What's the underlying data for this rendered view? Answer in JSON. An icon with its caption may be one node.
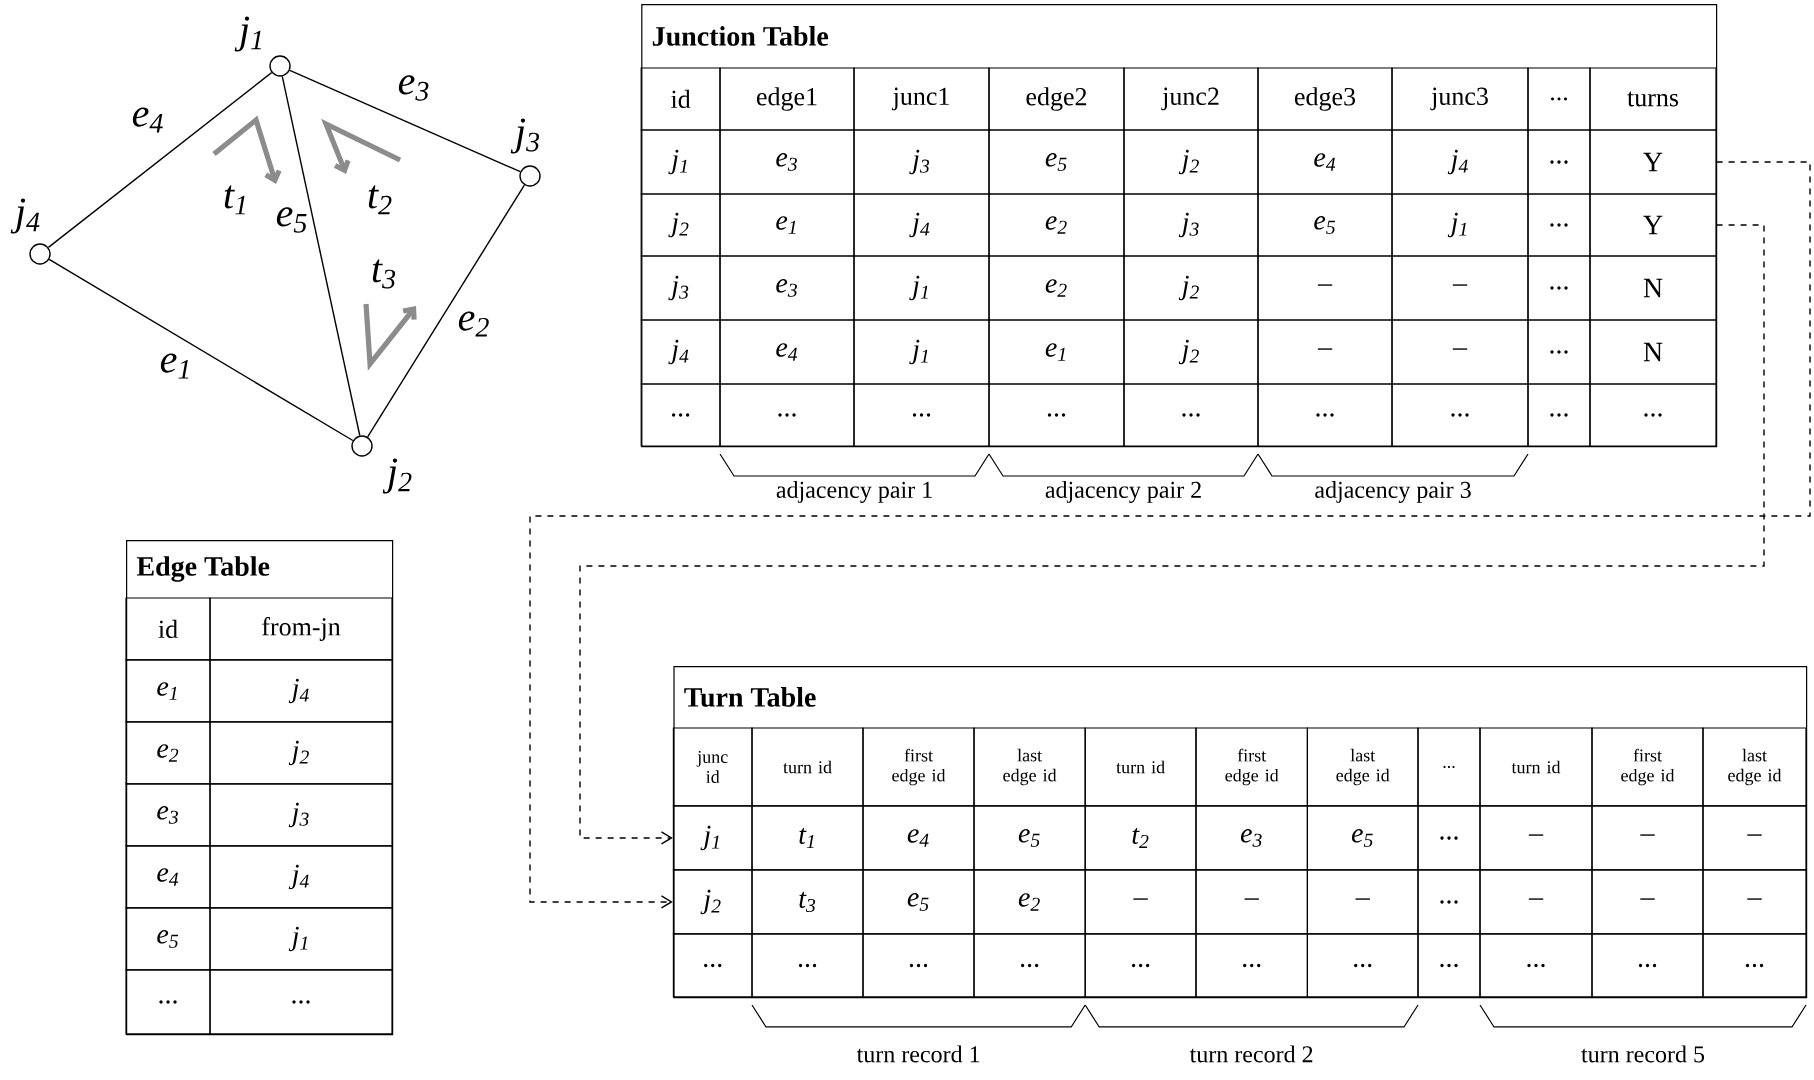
{
  "diagram": {
    "nodes": [
      {
        "text": [],
        "shape": "circle",
        "beside": [
          "j$_{1}$"
        ]
      },
      {
        "text": [],
        "shape": "circle",
        "beside": [
          "j$_{3}$"
        ]
      },
      {
        "text": [],
        "shape": "circle",
        "beside": [
          "j$_{4}$"
        ]
      },
      {
        "text": [],
        "shape": "circle",
        "beside": [
          "j$_{2}$"
        ]
      },
      {
        "text": [
          "Junction Table"
        ]
      },
      {
        "text": [
          "Y"
        ],
        "in": 4
      },
      {
        "text": [
          "Y"
        ],
        "in": 4
      },
      {
        "text": [
          "Edge Table"
        ]
      },
      {
        "text": [
          "Turn Table"
        ]
      },
      {
        "text": [
          "j$_{1}$"
        ],
        "in": 8
      },
      {
        "text": [
          "j$_{2}$"
        ],
        "in": 8
      }
    ],
    "edges": [
      {
        "from": 2,
        "to": 3,
        "arrow": "none",
        "label": "e$_{1}$"
      },
      {
        "from": 3,
        "to": 1,
        "arrow": "none",
        "label": "e$_{2}$"
      },
      {
        "from": 0,
        "to": 1,
        "arrow": "none",
        "label": "e$_{3}$"
      },
      {
        "from": 0,
        "to": 2,
        "arrow": "none",
        "label": "e$_{4}$"
      },
      {
        "from": 0,
        "to": 3,
        "arrow": "none",
        "label": "e$_{5}$"
      },
      {
        "from": 5,
        "to": 10,
        "arrow": "to",
        "style": "dashed"
      },
      {
        "from": 6,
        "to": 9,
        "arrow": "to",
        "style": "dashed"
      }
    ],
    "labels": [
      "t$_{1}$",
      "t$_{2}$",
      "t$_{3}$",
      "id",
      "edge1",
      "junc1",
      "edge2",
      "junc2",
      "edge3",
      "junc3",
      "...",
      "turns",
      "j$_{1}$",
      "e$_{3}$",
      "j$_{3}$",
      "e$_{5}$",
      "j$_{2}$",
      "e$_{4}$",
      "j$_{4}$",
      "...",
      "j$_{2}$",
      "e$_{1}$",
      "j$_{4}$",
      "e$_{2}$",
      "j$_{3}$",
      "e$_{5}$",
      "j$_{1}$",
      "...",
      "j$_{3}$",
      "e$_{3}$",
      "j$_{1}$",
      "e$_{2}$",
      "j$_{2}$",
      "–",
      "–",
      "...",
      "N",
      "j$_{4}$",
      "e$_{4}$",
      "j$_{1}$",
      "e$_{1}$",
      "j$_{2}$",
      "–",
      "–",
      "...",
      "N",
      "...",
      "...",
      "...",
      "...",
      "...",
      "...",
      "...",
      "...",
      "...",
      "adjacency pair 1",
      "adjacency pair 2",
      "adjacency pair 3",
      "id",
      "from-jn",
      "e$_{1}$",
      "j$_{4}$",
      "e$_{2}$",
      "j$_{2}$",
      "e$_{3}$",
      "j$_{3}$",
      "e$_{4}$",
      "j$_{4}$",
      "e$_{5}$",
      "j$_{1}$",
      "...",
      "...",
      "junc id",
      "turn id",
      "first edge id",
      "last edge id",
      "turn id",
      "first edge id",
      "last edge id",
      "...",
      "turn id",
      "first edge id",
      "last edge id",
      "t$_{1}$",
      "e$_{4}$",
      "e$_{5}$",
      "t$_{2}$",
      "e$_{3}$",
      "e$_{5}$",
      "...",
      "–",
      "–",
      "–",
      "t$_{3}$",
      "e$_{5}$",
      "e$_{2}$",
      "–",
      "–",
      "–",
      "...",
      "–",
      "–",
      "–",
      "...",
      "...",
      "...",
      "...",
      "...",
      "...",
      "...",
      "...",
      "...",
      "...",
      "...",
      "turn record 1",
      "turn record 2",
      "turn record 5"
    ]
  }
}
